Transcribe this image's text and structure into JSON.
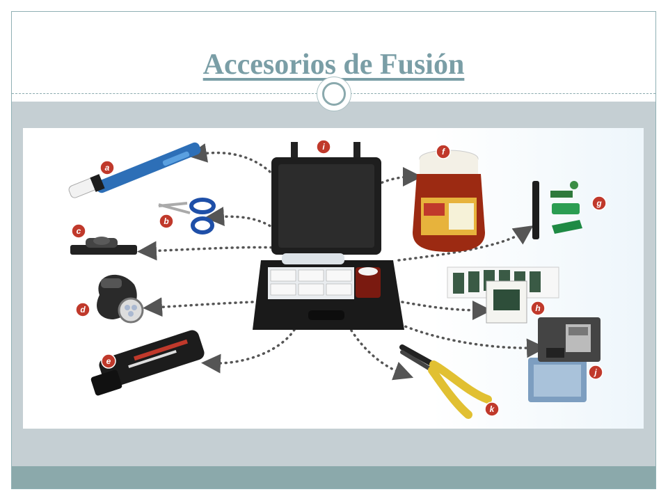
{
  "slide": {
    "title": "Accesorios de Fusión"
  },
  "colors": {
    "title": "#7a9ea6",
    "content_band": "#c5cfd3",
    "footer_band": "#8ba9ab",
    "callout_badge": "#c0392b",
    "case": "#1d1d1d",
    "dotted_arrow": "#555555"
  },
  "diagram": {
    "callouts": [
      {
        "letter": "a",
        "item_icon": "fiber-cleaner-pen-icon"
      },
      {
        "letter": "b",
        "item_icon": "scissors-icon"
      },
      {
        "letter": "c",
        "item_icon": "fiber-holder-icon"
      },
      {
        "letter": "d",
        "item_icon": "headlamp-icon"
      },
      {
        "letter": "e",
        "item_icon": "fiber-microscope-icon"
      },
      {
        "letter": "f",
        "item_icon": "cleaning-jar-icon"
      },
      {
        "letter": "g",
        "item_icon": "connector-adapters-icon"
      },
      {
        "letter": "h",
        "item_icon": "wipes-icon"
      },
      {
        "letter": "i",
        "item_icon": "tool-case-icon"
      },
      {
        "letter": "j",
        "item_icon": "fiber-cleaver-icon"
      },
      {
        "letter": "k",
        "item_icon": "fiber-stripper-icon"
      }
    ]
  }
}
